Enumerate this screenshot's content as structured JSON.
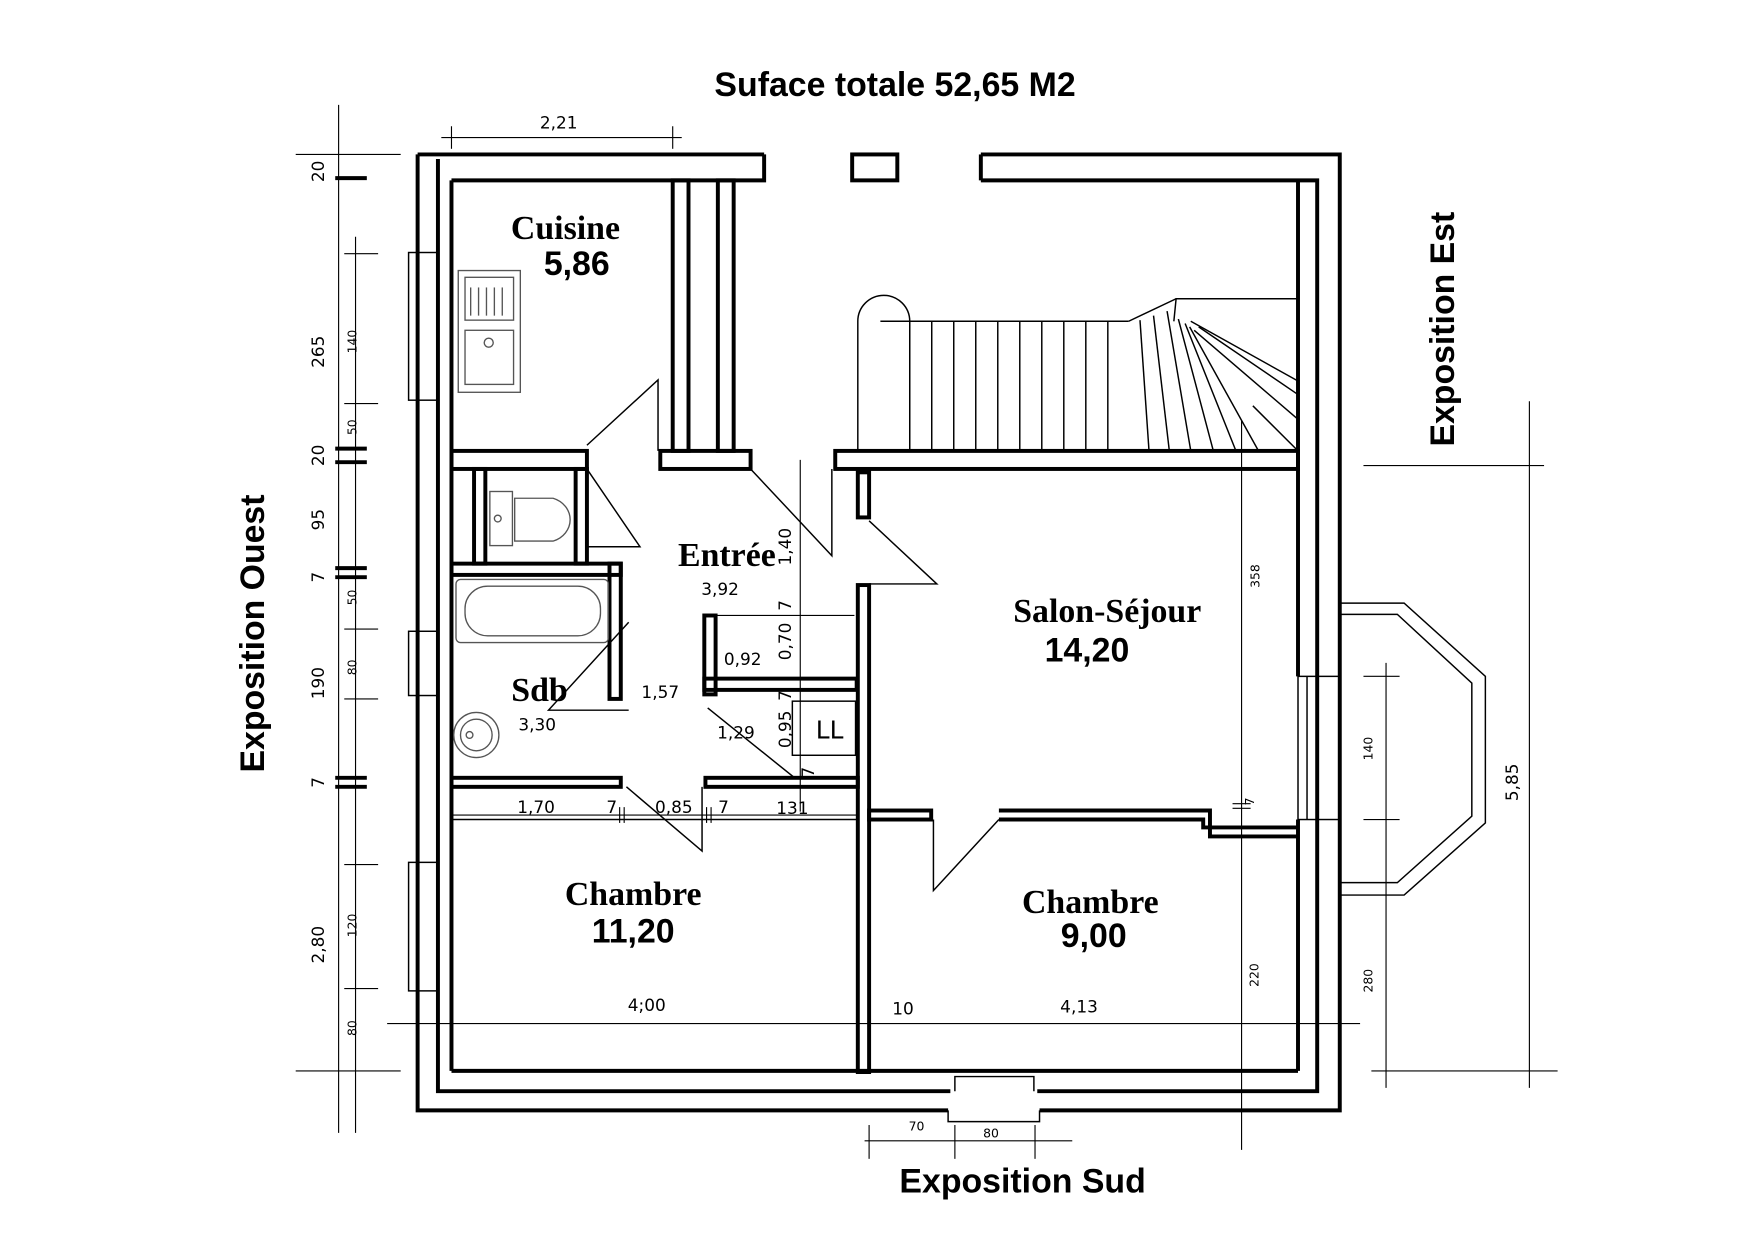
{
  "title": "Suface totale 52,65 M2",
  "orientation": {
    "west": "Exposition Ouest",
    "east": "Exposition Est",
    "south": "Exposition Sud"
  },
  "rooms": {
    "cuisine": {
      "name": "Cuisine",
      "area": "5,86"
    },
    "entree": {
      "name": "Entrée",
      "area": "3,92"
    },
    "sdb": {
      "name": "Sdb",
      "area": "3,30"
    },
    "salon": {
      "name": "Salon-Séjour",
      "area": "14,20"
    },
    "chambre1": {
      "name": "Chambre",
      "area": "11,20"
    },
    "chambre2": {
      "name": "Chambre",
      "area": "9,00"
    }
  },
  "labels": {
    "ll": "LL"
  },
  "dimensions": {
    "top_221": "2,21",
    "left_20a": "20",
    "left_265": "265",
    "left_140": "140",
    "left_50a": "50",
    "left_20b": "20",
    "left_95": "95",
    "left_7a": "7",
    "left_50b": "50",
    "left_80a": "80",
    "left_190": "190",
    "left_7b": "7",
    "left_280": "2,80",
    "left_120": "120",
    "left_80b": "80",
    "entree_140": "1,40",
    "d_070": "0,70",
    "d_7a": "7",
    "d_092": "0,92",
    "d_157": "1,57",
    "d_7b": "7",
    "d_095": "0,95",
    "d_129": "1,29",
    "d_7c": "7",
    "corr_170": "1,70",
    "corr_7a": "7",
    "corr_085": "0,85",
    "corr_7b": "7",
    "corr_131": "131",
    "ch1_width": "4;00",
    "wall_10": "10",
    "ch2_width": "4,13",
    "right_358": "358",
    "right_7": "7",
    "right_220": "220",
    "bay_140": "140",
    "bay_280": "280",
    "right_585": "5,85",
    "bottom_70": "70",
    "bottom_80": "80"
  }
}
